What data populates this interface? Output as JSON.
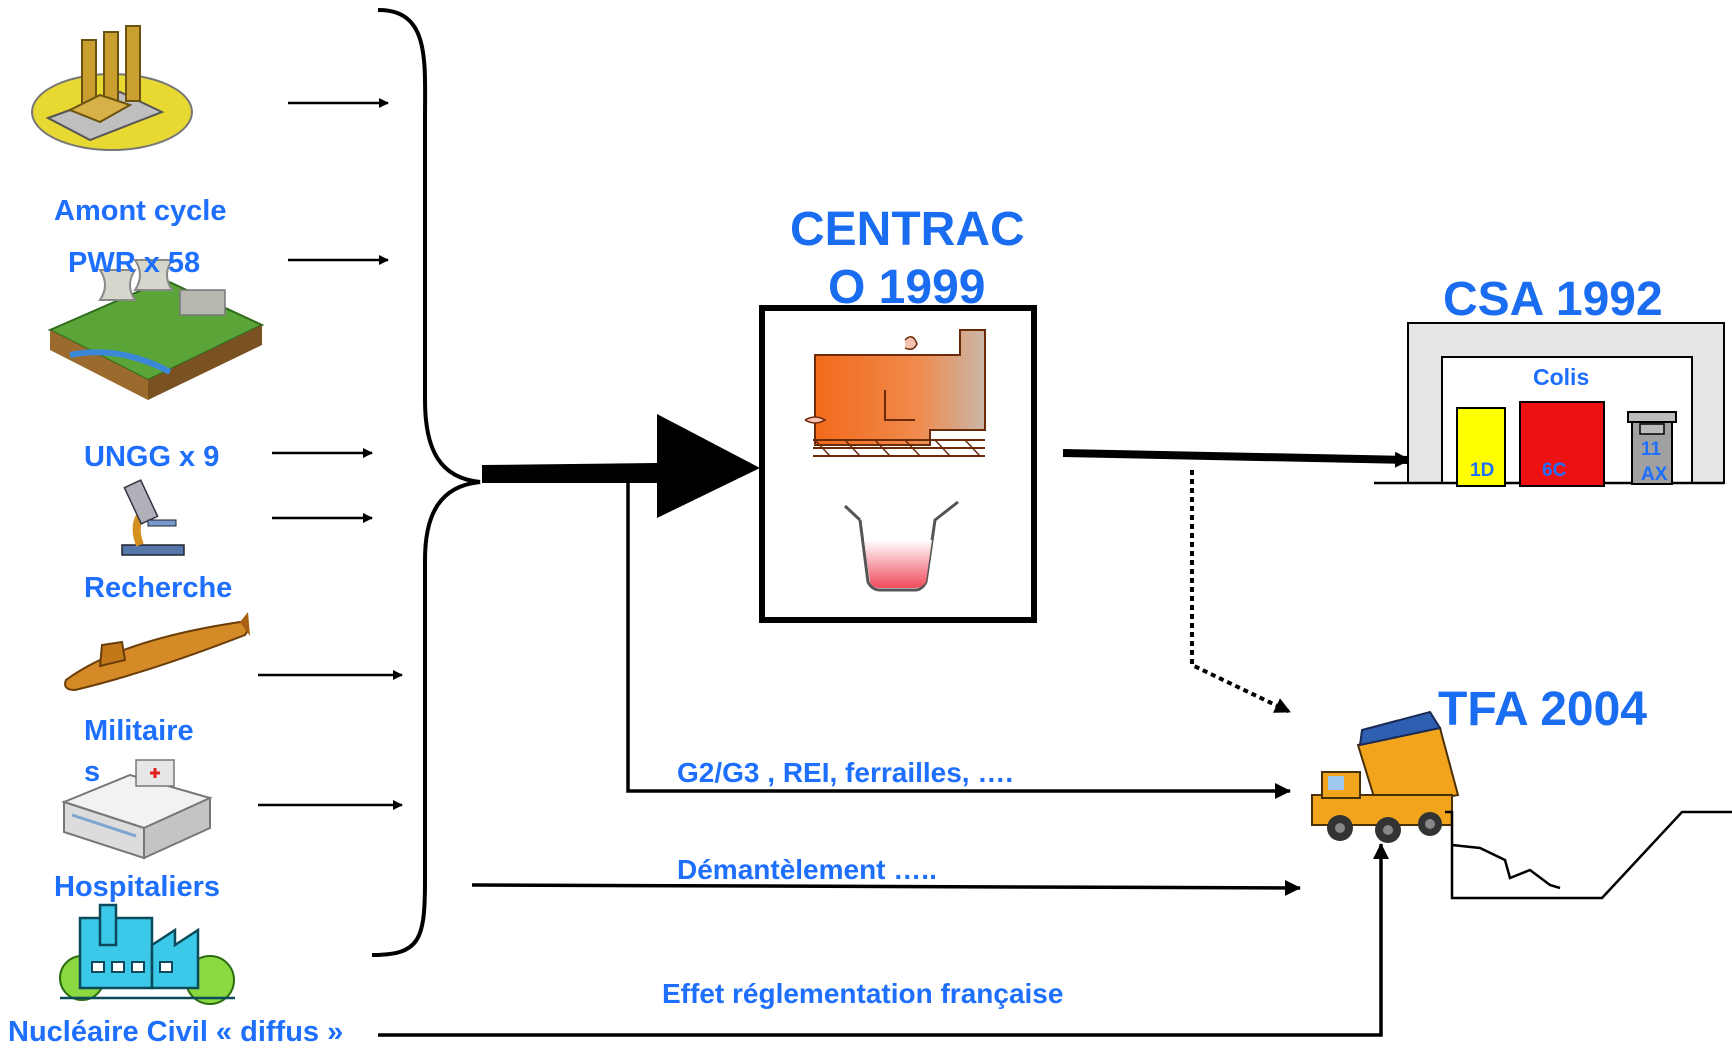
{
  "sources": {
    "amont_cycle": "Amont cycle",
    "pwr": "PWR x 58",
    "ungg": "UNGG x 9",
    "recherche": "Recherche",
    "militaires_l1": "Militaire",
    "militaires_l2": "s",
    "hospitaliers": "Hospitaliers",
    "nucleaire_diffus": "Nucléaire Civil « diffus »"
  },
  "centraco": {
    "line1": "CENTRAC",
    "line2": "O 1999"
  },
  "csa": {
    "title": "CSA 1992",
    "colis": "Colis",
    "pkg_1d": "1D",
    "pkg_6c": "6C",
    "pkg_11ax_l1": "11",
    "pkg_11ax_l2": "AX"
  },
  "tfa": {
    "title": "TFA 2004"
  },
  "flows": {
    "g2g3": "G2/G3 , REI, ferrailles, ….",
    "demantelement": "Démantèlement …..",
    "effet_reglementation": "Effet réglementation française"
  },
  "colors": {
    "label_blue": "#1f6fff",
    "furnace_orange": "#f07828",
    "package_yellow": "#ffff00",
    "package_red": "#ee1111",
    "package_gray": "#a0a0a0"
  },
  "icons": {
    "amont_cycle": "fuel-cycle-plant-icon",
    "pwr": "cooling-tower-plant-icon",
    "recherche": "microscope-icon",
    "militaires": "submarine-icon",
    "hospitaliers": "hospital-icon",
    "nucleaire_diffus": "factory-icon",
    "tfa": "dump-truck-icon"
  }
}
